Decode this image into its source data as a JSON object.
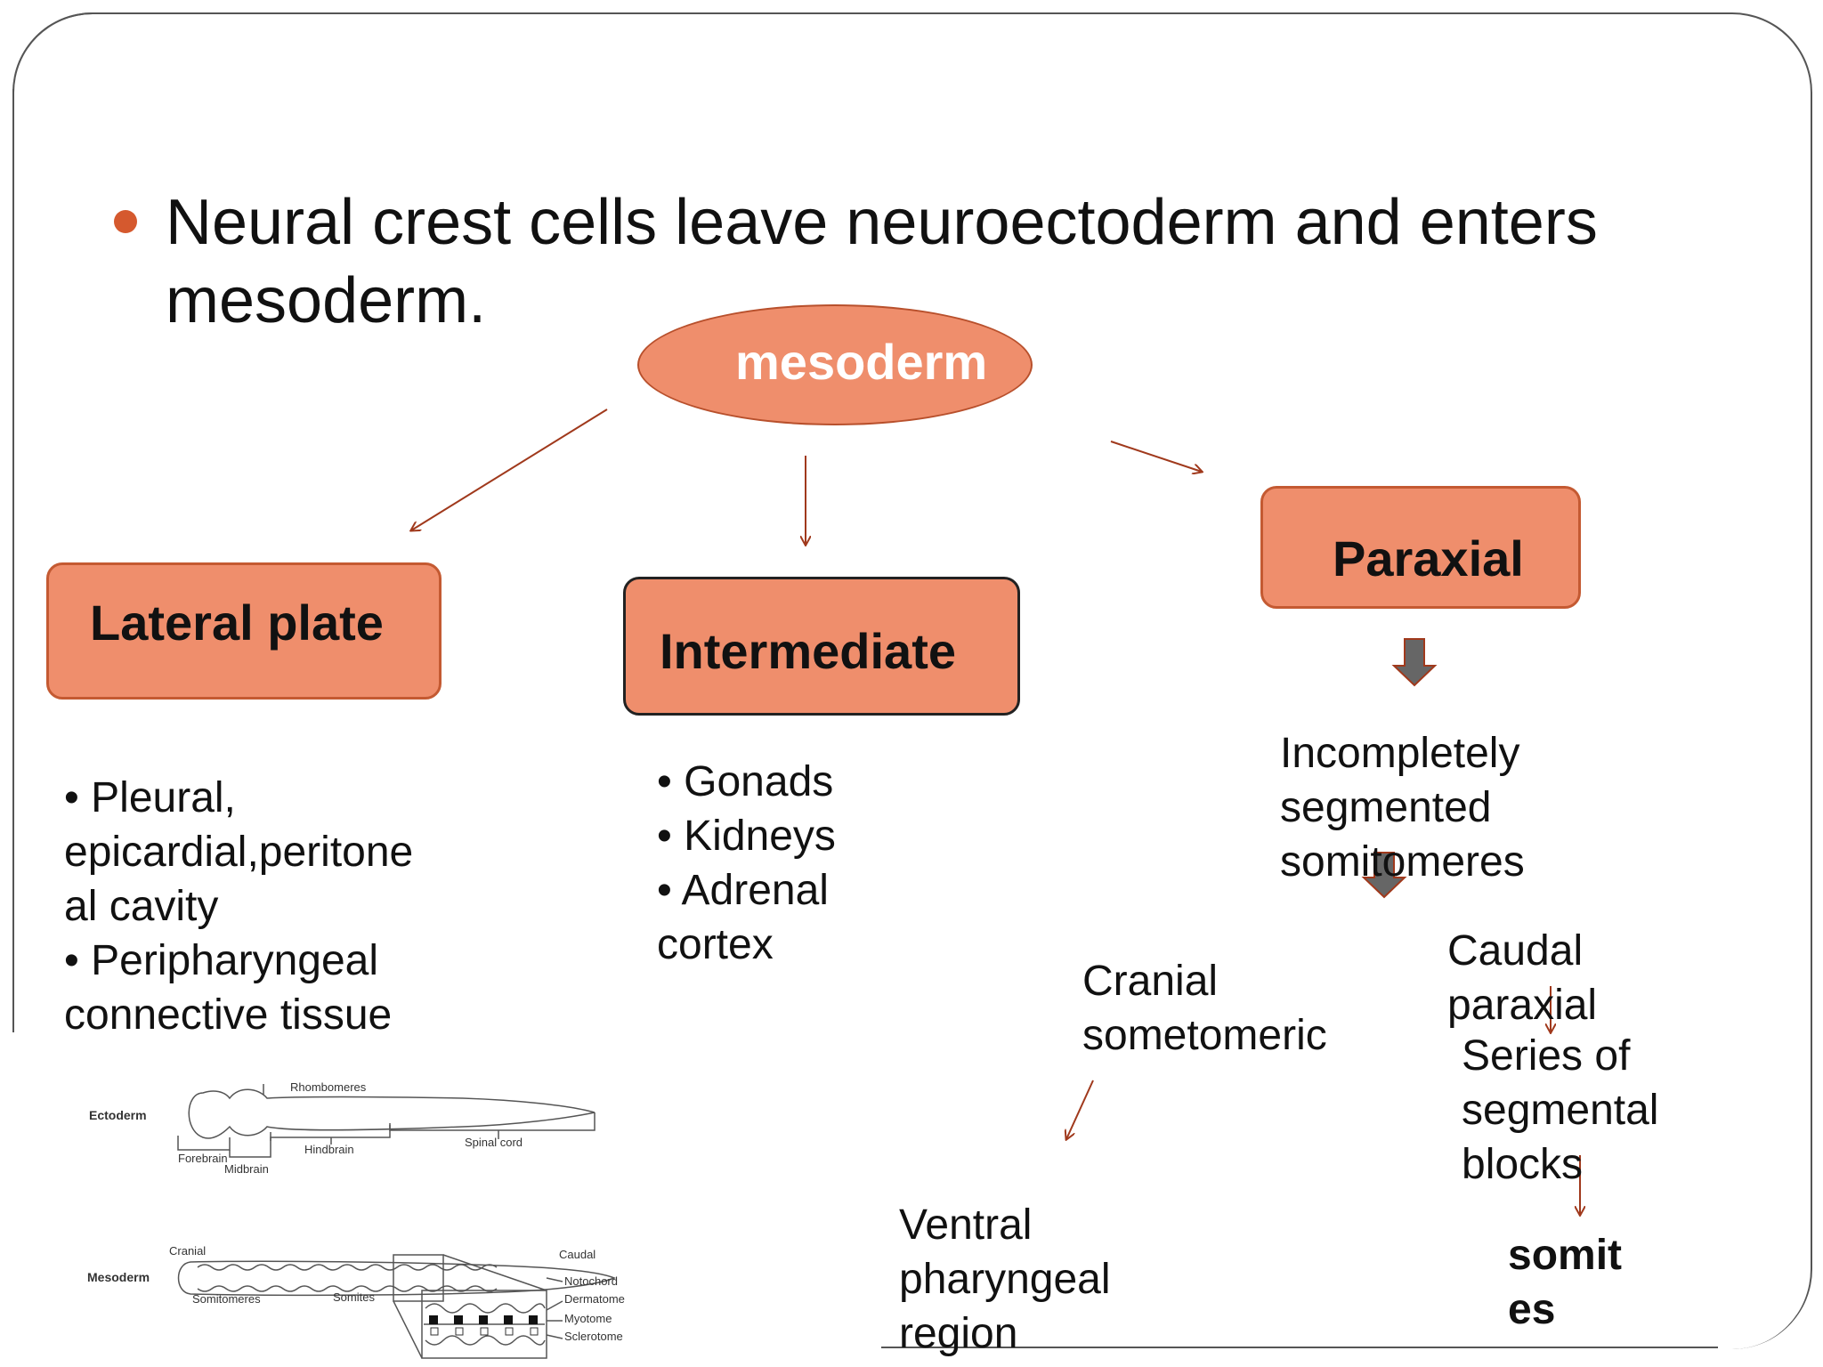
{
  "headline": "Neural crest cells leave neuroectoderm and enters mesoderm.",
  "root_node": "mesoderm",
  "branches": {
    "lateral": {
      "label": "Lateral plate",
      "items": [
        "• Pleural,",
        "epicardial,peritone",
        "al cavity",
        "• Peripharyngeal",
        "connective tissue"
      ]
    },
    "intermediate": {
      "label": "Intermediate",
      "items": [
        "• Gonads",
        "• Kidneys",
        "• Adrenal",
        "cortex"
      ]
    },
    "paraxial": {
      "label": "Paraxial",
      "sub_text": [
        "Incompletely",
        "segmented",
        "somitomeres"
      ],
      "cranial": [
        "Cranial",
        "sometomeric"
      ],
      "cranial_target": [
        "Ventral",
        "pharyngeal",
        "region"
      ],
      "caudal": [
        "Caudal",
        "paraxial"
      ],
      "caudal_desc": [
        "Series of",
        "segmental",
        "blocks"
      ],
      "caudal_target": [
        "somit",
        "es"
      ]
    }
  },
  "figure": {
    "ectoderm_label": "Ectoderm",
    "rhombomeres": "Rhombomeres",
    "forebrain": "Forebrain",
    "midbrain": "Midbrain",
    "hindbrain": "Hindbrain",
    "spinal_cord": "Spinal cord",
    "mesoderm_label": "Mesoderm",
    "cranial": "Cranial",
    "caudal": "Caudal",
    "somitomeres": "Somitomeres",
    "somites": "Somites",
    "notochord": "Notochord",
    "dermatome": "Dermatome",
    "myotome": "Myotome",
    "sclerotome": "Sclerotome"
  },
  "colors": {
    "node_fill": "#ef8e6c",
    "node_border": "#c45a32",
    "arrow": "#a0391c",
    "bullet": "#d5592e",
    "block_arrow": "#666666"
  }
}
